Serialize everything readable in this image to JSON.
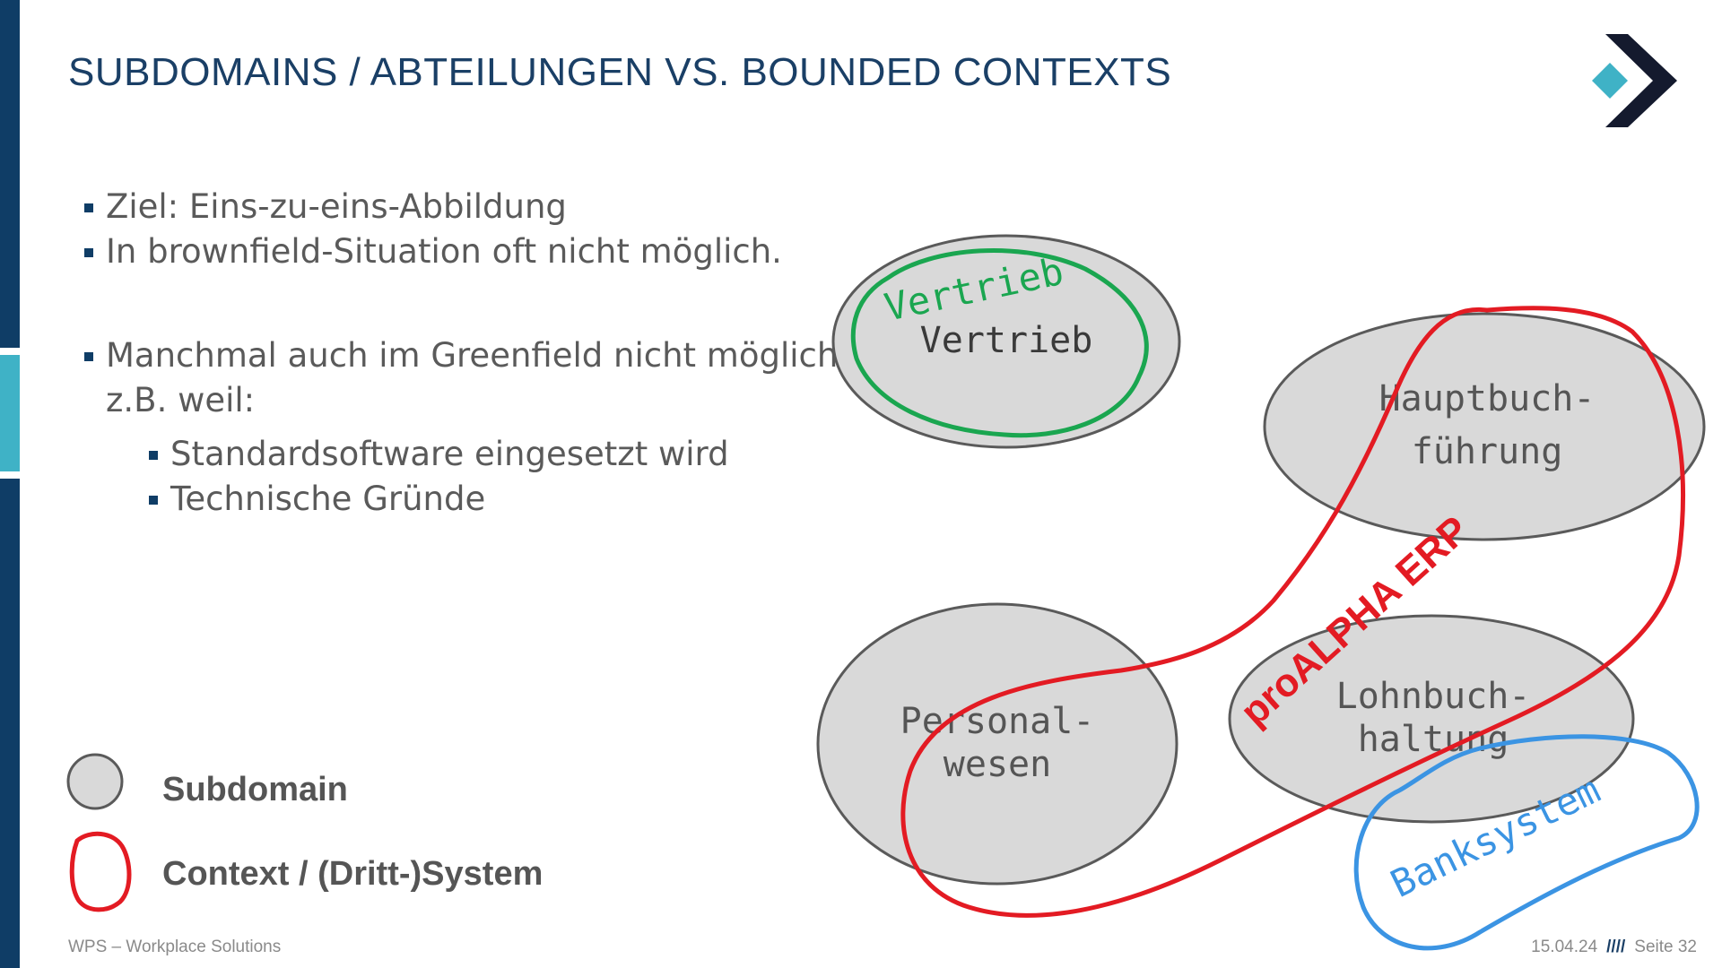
{
  "title": "SUBDOMAINS / ABTEILUNGEN VS. BOUNDED CONTEXTS",
  "bullets": {
    "b1": "Ziel: Eins-zu-eins-Abbildung",
    "b2": "In brownfield-Situation oft nicht möglich.",
    "b3_line1": "Manchmal auch im Greenfield nicht möglich,",
    "b3_line2": "z.B. weil:",
    "sub1": "Standardsoftware eingesetzt wird",
    "sub2": "Technische Gründe"
  },
  "legend": {
    "subdomain": "Subdomain",
    "context": "Context / (Dritt-)System"
  },
  "diagram": {
    "subdomains": {
      "vertrieb": "Vertrieb",
      "hauptbuch_1": "Hauptbuch-",
      "hauptbuch_2": "führung",
      "personal_1": "Personal-",
      "personal_2": "wesen",
      "lohnbuch_1": "Lohnbuch-",
      "lohnbuch_2": "haltung"
    },
    "contexts": {
      "vertrieb": "Vertrieb",
      "proalpha": "proALPHA ERP",
      "banksystem": "Banksystem"
    }
  },
  "colors": {
    "brand_dark": "#0f3d66",
    "brand_teal": "#3fb2c6",
    "subdomain_fill": "#d9d9d9",
    "context_green": "#1aa650",
    "context_red": "#e31b23",
    "context_blue": "#3b94e3"
  },
  "footer": {
    "company": "WPS – Workplace Solutions",
    "date": "15.04.24",
    "separator": "////",
    "page": "Seite 32"
  },
  "icons": {
    "logo": "wps-chevron-logo"
  }
}
